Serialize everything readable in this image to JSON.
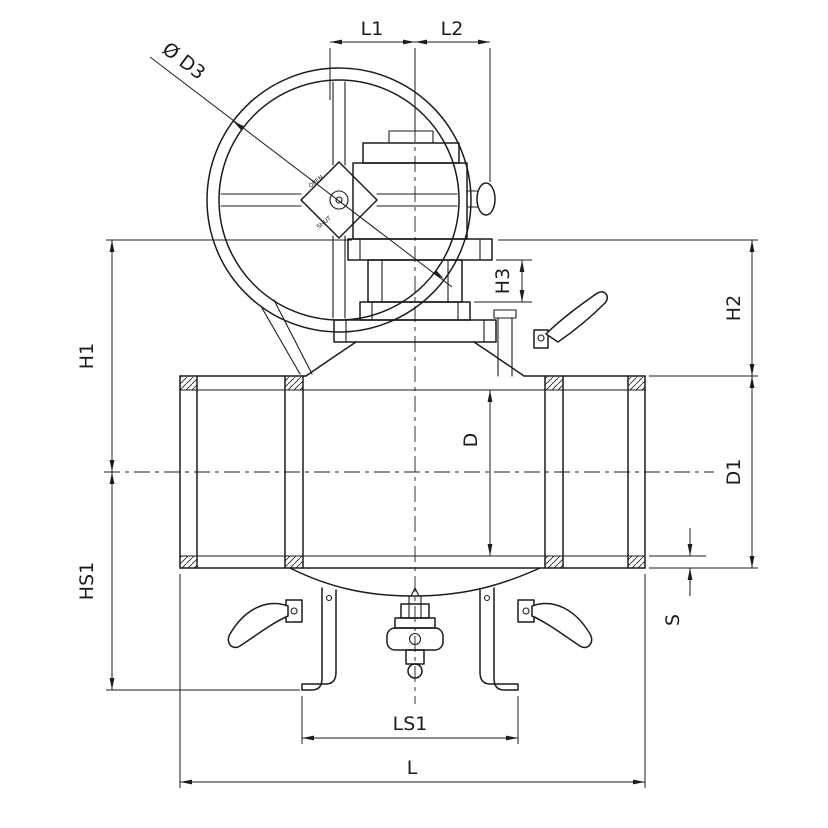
{
  "canvas": {
    "background": "#ffffff",
    "line_color": "#1c1c1c"
  },
  "dimension_labels": {
    "l1": "L1",
    "l2": "L2",
    "d3": "Ø D3",
    "h3": "H3",
    "h2": "H2",
    "h1": "H1",
    "d": "D",
    "d1": "D1",
    "hs1": "HS1",
    "s": "S",
    "ls1": "LS1",
    "l": "L"
  },
  "handwheel_markings": {
    "open": "OPEN",
    "shut": "SHUT"
  }
}
